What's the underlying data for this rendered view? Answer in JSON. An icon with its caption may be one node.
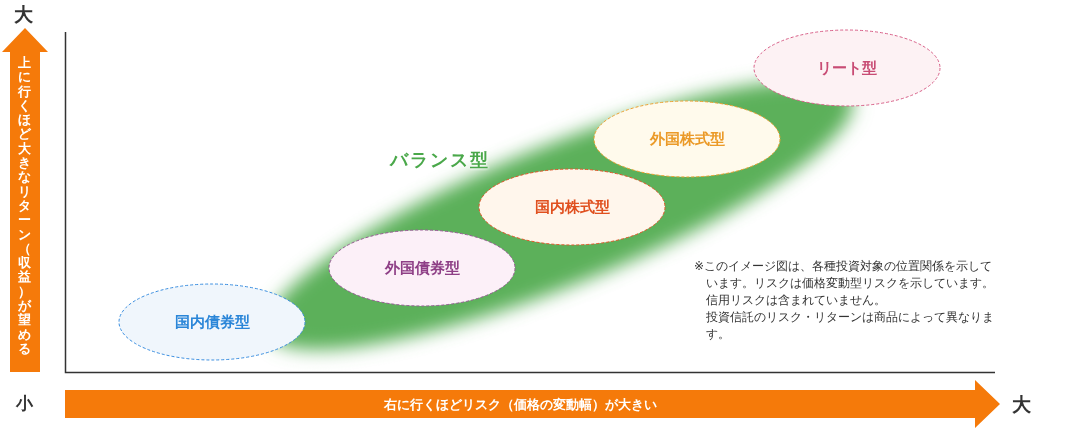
{
  "diagram": {
    "nodes": [
      {
        "text": [
          "バランス型"
        ]
      },
      {
        "text": [
          "国内債券型"
        ]
      },
      {
        "text": [
          "外国債券型"
        ],
        "in": 0
      },
      {
        "text": [
          "国内株式型"
        ],
        "in": 0
      },
      {
        "text": [
          "外国株式型"
        ],
        "in": 0
      },
      {
        "text": [
          "リート型"
        ]
      }
    ],
    "labels": [
      "大",
      "上に行くほど大きなリターン（収益）が望める",
      "小",
      "右に行くほどリスク（価格の変動幅）が大きい",
      "大",
      "※このイメージ図は、各種投資対象の位置関係を示しています。リスクは価格変動型リスクを示しています。信用リスクは含まれていません。",
      "投資信託のリスク・リターンは商品によって異なります。"
    ]
  }
}
